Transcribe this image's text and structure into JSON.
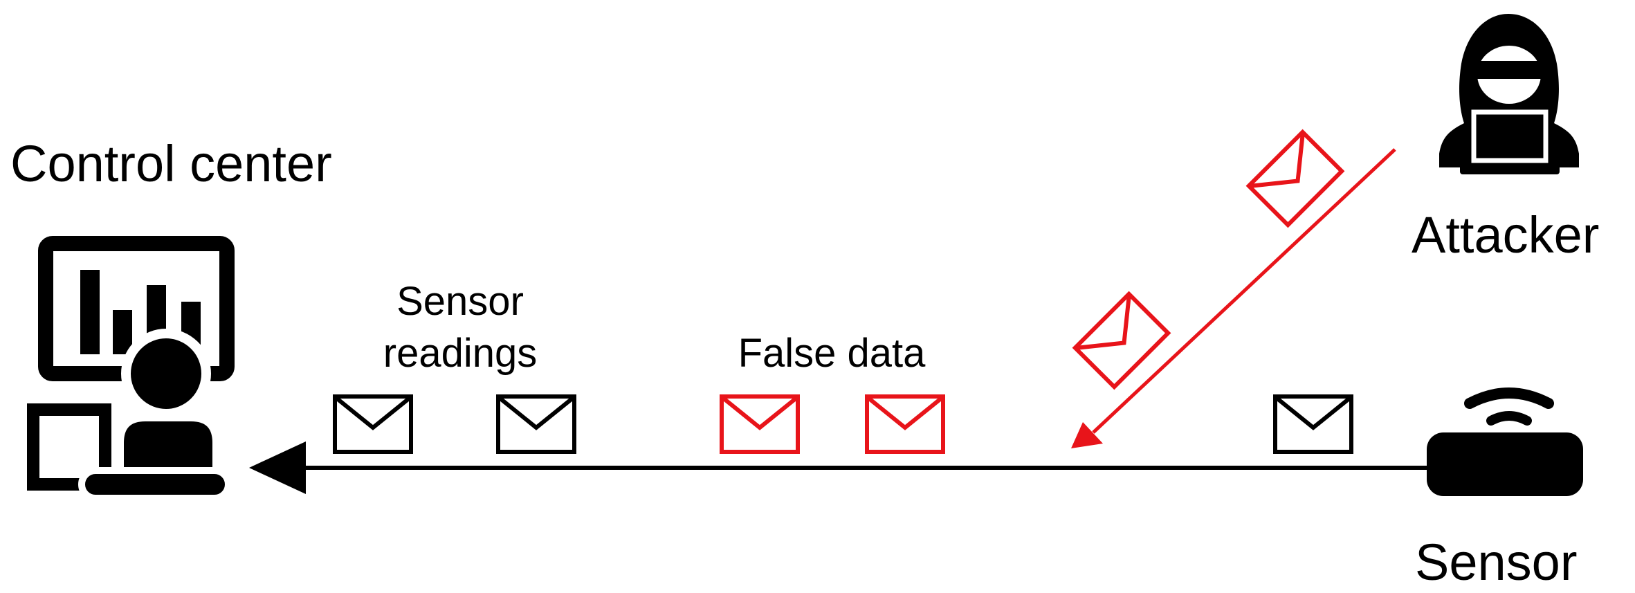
{
  "labels": {
    "control_center": "Control center",
    "attacker": "Attacker",
    "sensor": "Sensor",
    "sensor_readings_line1": "Sensor",
    "sensor_readings_line2": "readings",
    "false_data": "False data"
  },
  "icons": {
    "control_center": "operator-monitor-icon",
    "attacker": "hooded-hacker-icon",
    "sensor": "wireless-sensor-icon",
    "message": "envelope-icon"
  },
  "colors": {
    "normal": "#000000",
    "attack": "#e8141a",
    "background": "#ffffff"
  }
}
